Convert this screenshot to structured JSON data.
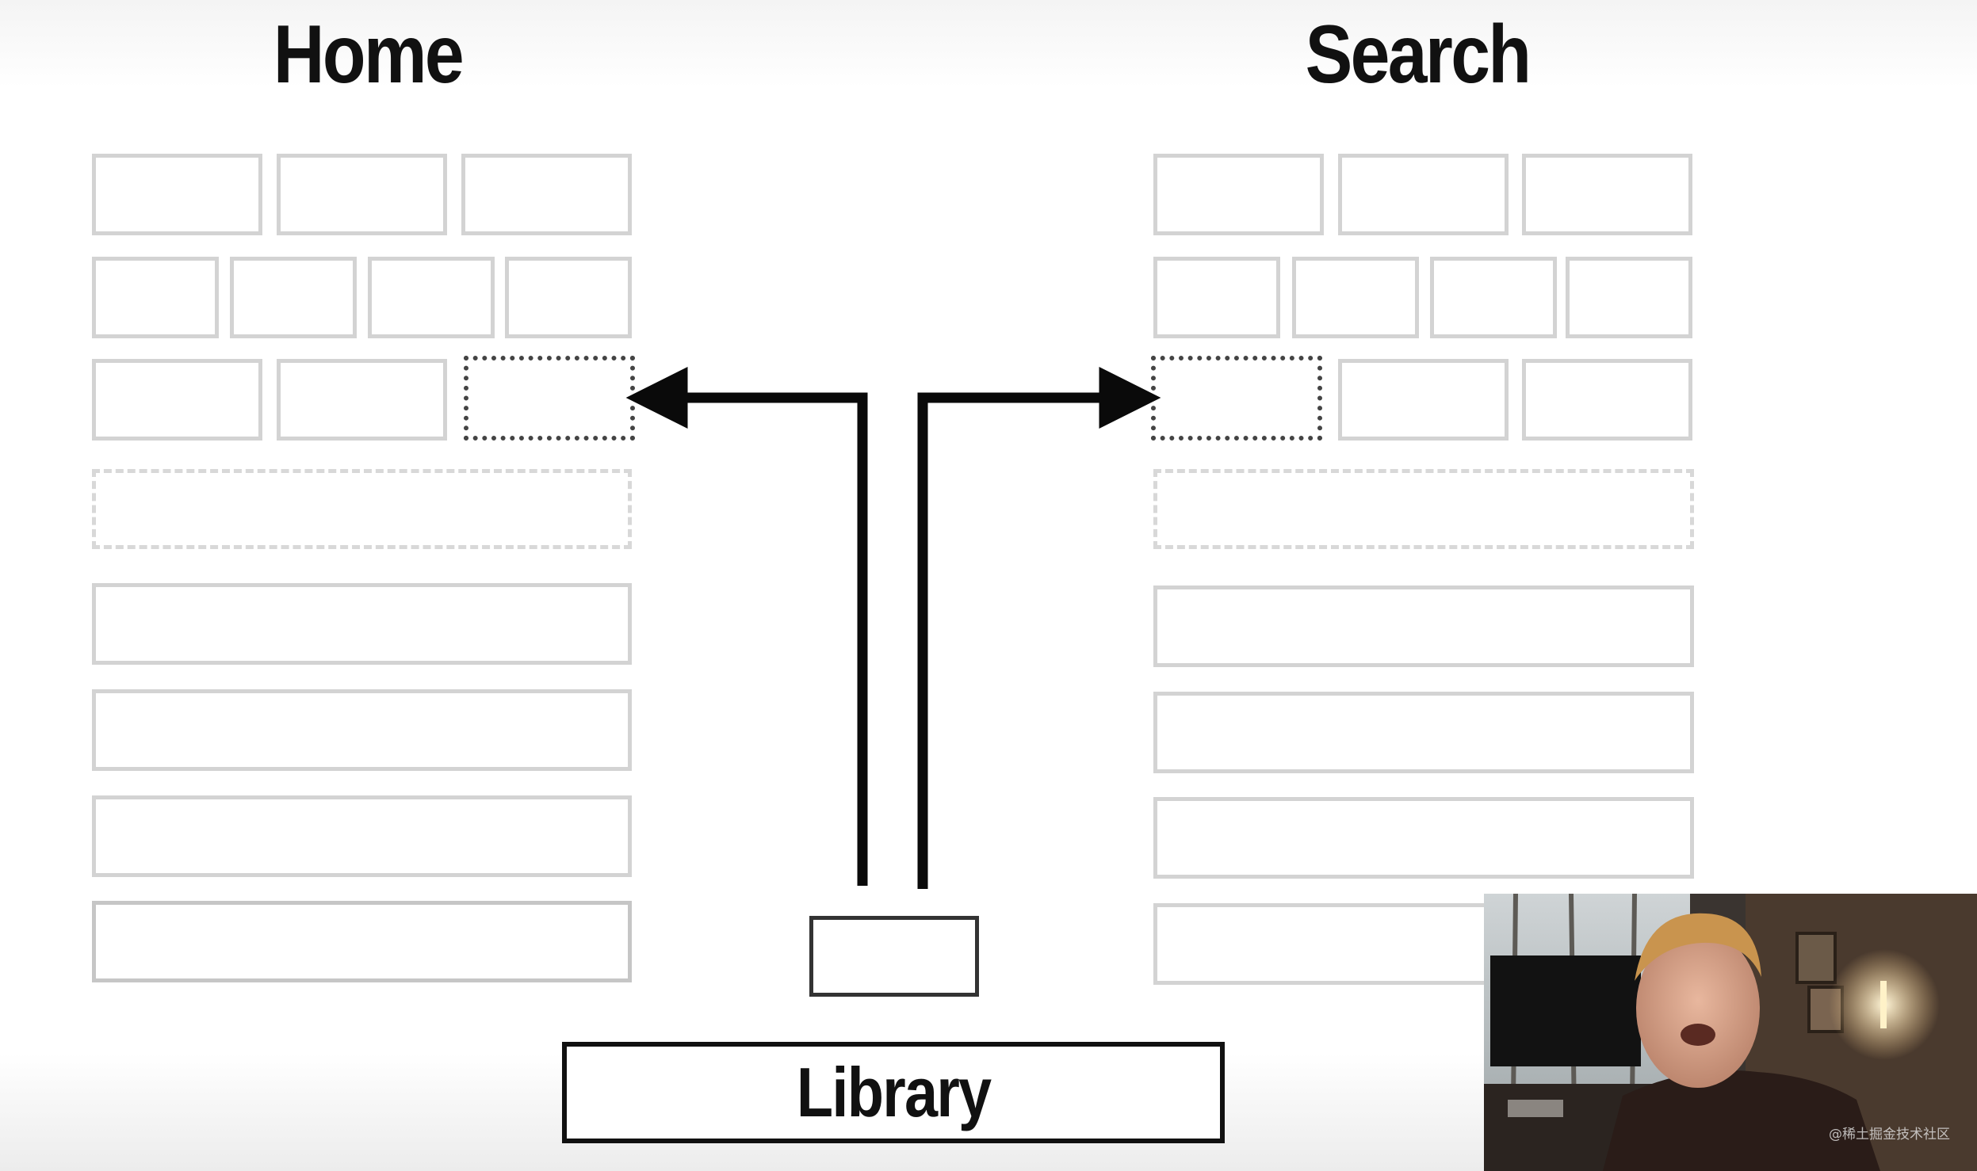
{
  "diagram": {
    "home_title": "Home",
    "search_title": "Search",
    "library_label": "Library"
  },
  "overlay": {
    "watermark": "@稀土掘金技术社区"
  }
}
